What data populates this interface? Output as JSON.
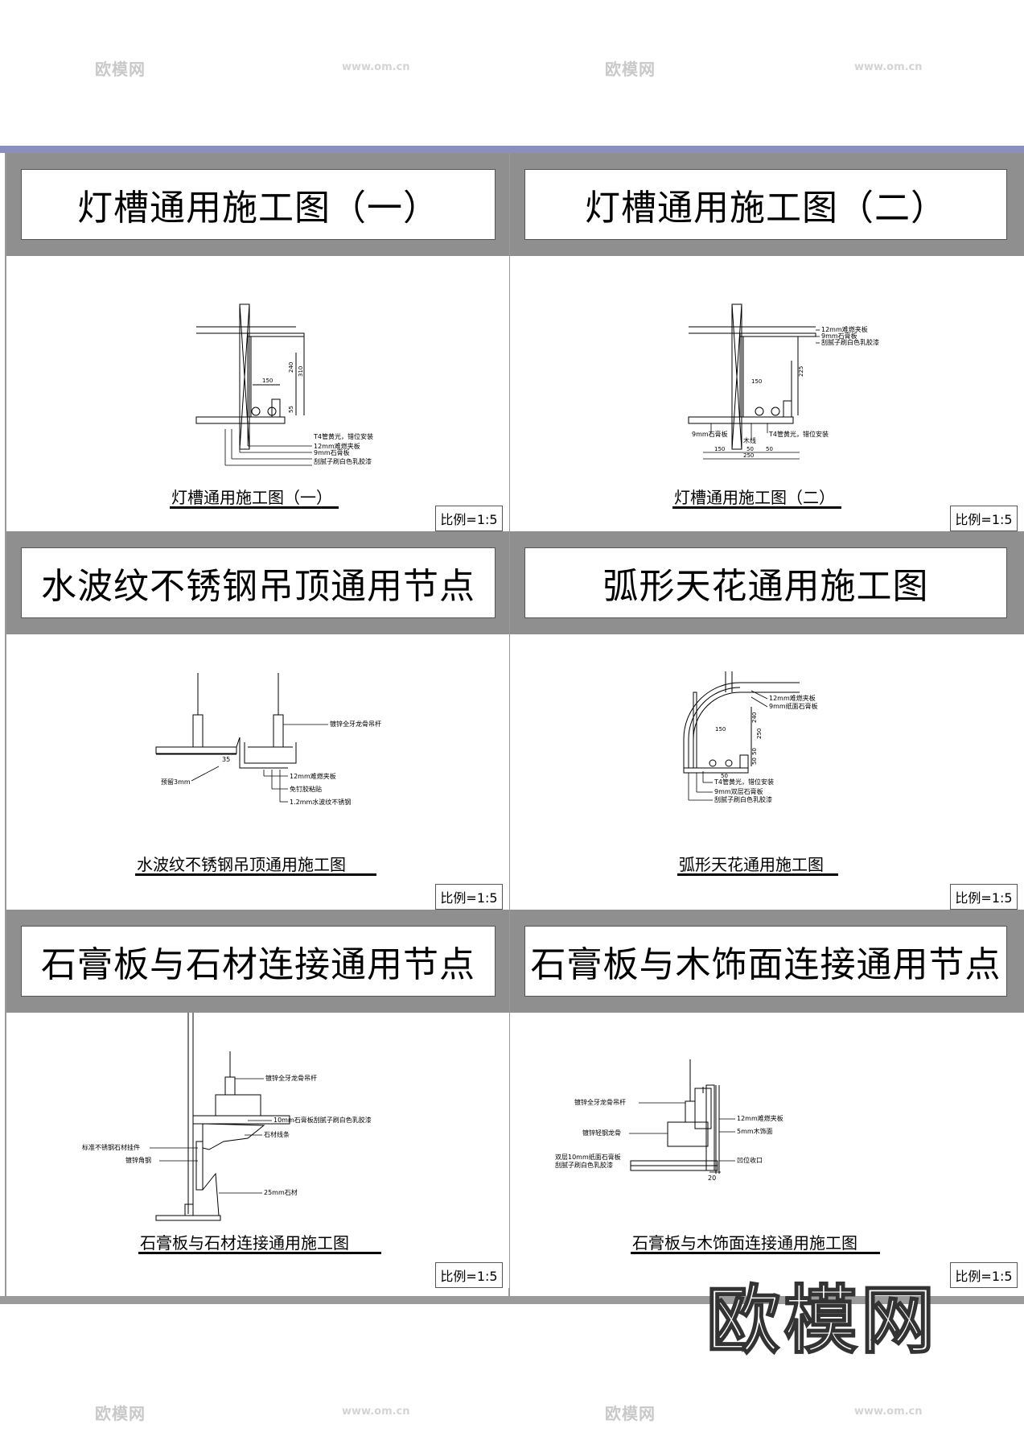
{
  "watermark": {
    "logo": "欧模网",
    "url": "www.om.cn"
  },
  "big_watermark": "欧模网",
  "panels": [
    {
      "title": "灯槽通用施工图（一）",
      "caption": "灯槽通用施工图（一）",
      "scale": "比例=1:5",
      "annotations": [
        "T4管黄光，错位安装",
        "12mm难燃夹板",
        "9mm石膏板",
        "刮腻子刷白色乳胶漆"
      ],
      "dims": [
        "150",
        "240",
        "310",
        "55"
      ]
    },
    {
      "title": "灯槽通用施工图（二）",
      "caption": "灯槽通用施工图（二）",
      "scale": "比例=1:5",
      "annotations": [
        "12mm难燃夹板",
        "9mm石膏板",
        "刮腻子刷白色乳胶漆",
        "9mm石膏板",
        "木线",
        "T4管黄光，错位安装"
      ],
      "dims": [
        "150",
        "225",
        "150",
        "50",
        "50",
        "250"
      ]
    },
    {
      "title": "水波纹不锈钢吊顶通用节点",
      "caption": "水波纹不锈钢吊顶通用施工图",
      "scale": "比例=1:5",
      "annotations": [
        "镀锌全牙龙骨吊杆",
        "预留3mm",
        "12mm难燃夹板",
        "免钉胶粘贴",
        "1.2mm水波纹不锈钢"
      ],
      "dims": [
        "35"
      ]
    },
    {
      "title": "弧形天花通用施工图",
      "caption": "弧形天花通用施工图",
      "scale": "比例=1:5",
      "annotations": [
        "12mm难燃夹板",
        "9mm纸面石膏板",
        "T4管黄光，错位安装",
        "9mm双层石膏板",
        "刮腻子刷白色乳胶漆"
      ],
      "dims": [
        "150",
        "240",
        "250",
        "50",
        "50",
        "50"
      ]
    },
    {
      "title": "石膏板与石材连接通用节点",
      "caption": "石膏板与石材连接通用施工图",
      "scale": "比例=1:5",
      "annotations": [
        "镀锌全牙龙骨吊杆",
        "10mm石膏板刮腻子刷白色乳胶漆",
        "石材线条",
        "标准不锈钢石材挂件",
        "镀锌角钢",
        "25mm石材"
      ],
      "dims": []
    },
    {
      "title": "石膏板与木饰面连接通用节点",
      "caption": "石膏板与木饰面连接通用施工图",
      "scale": "比例=1:5",
      "annotations": [
        "镀锌全牙龙骨吊杆",
        "12mm难燃夹板",
        "5mm木饰面",
        "镀锌轻钢龙骨",
        "双层10mm纸面石膏板",
        "刮腻子刷白色乳胶漆",
        "凹位收口"
      ],
      "dims": [
        "20"
      ]
    }
  ]
}
